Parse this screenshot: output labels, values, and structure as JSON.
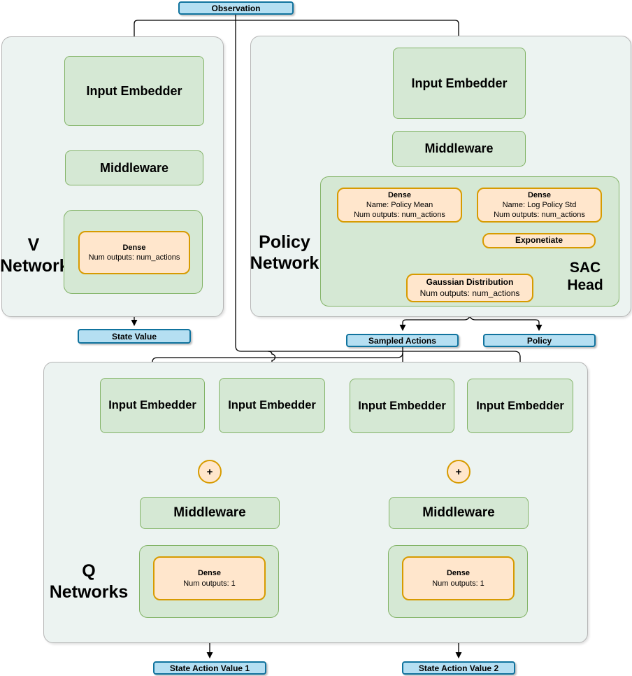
{
  "observation_label": "Observation",
  "v_network": {
    "label_line1": "V",
    "label_line2": "Network",
    "input_embedder": "Input Embedder",
    "middleware": "Middleware",
    "dense": {
      "title": "Dense",
      "line2": "Num outputs: num_actions"
    },
    "output": "State Value"
  },
  "policy_network": {
    "label_line1": "Policy",
    "label_line2": "Network",
    "input_embedder": "Input Embedder",
    "middleware": "Middleware",
    "sac_head": {
      "label_line1": "SAC",
      "label_line2": "Head",
      "dense_mean": {
        "title": "Dense",
        "line2": "Name: Policy Mean",
        "line3": "Num outputs: num_actions"
      },
      "dense_std": {
        "title": "Dense",
        "line2": "Name: Log Policy Std",
        "line3": "Num outputs: num_actions"
      },
      "exponentiate": "Exponetiate",
      "gaussian": {
        "title": "Gaussian Distribution",
        "line2": "Num outputs: num_actions"
      }
    },
    "output_sampled_actions": "Sampled Actions",
    "output_policy": "Policy"
  },
  "q_networks": {
    "label_line1": "Q",
    "label_line2": "Networks",
    "input_embedder": "Input Embedder",
    "middleware": "Middleware",
    "plus_label": "+",
    "dense": {
      "title": "Dense",
      "line2": "Num outputs: 1"
    },
    "output1": "State Action Value 1",
    "output2": "State Action Value 2"
  },
  "colors": {
    "green_fill": "#d5e8d4",
    "green_stroke": "#82b366",
    "orange_fill": "#ffe6cc",
    "orange_stroke": "#d79b00",
    "blue_fill": "#b5dff2",
    "blue_stroke": "#10739e",
    "panel_fill": "#ecf3f1",
    "panel_stroke": "#b5b5b5",
    "line_color": "#000000"
  }
}
